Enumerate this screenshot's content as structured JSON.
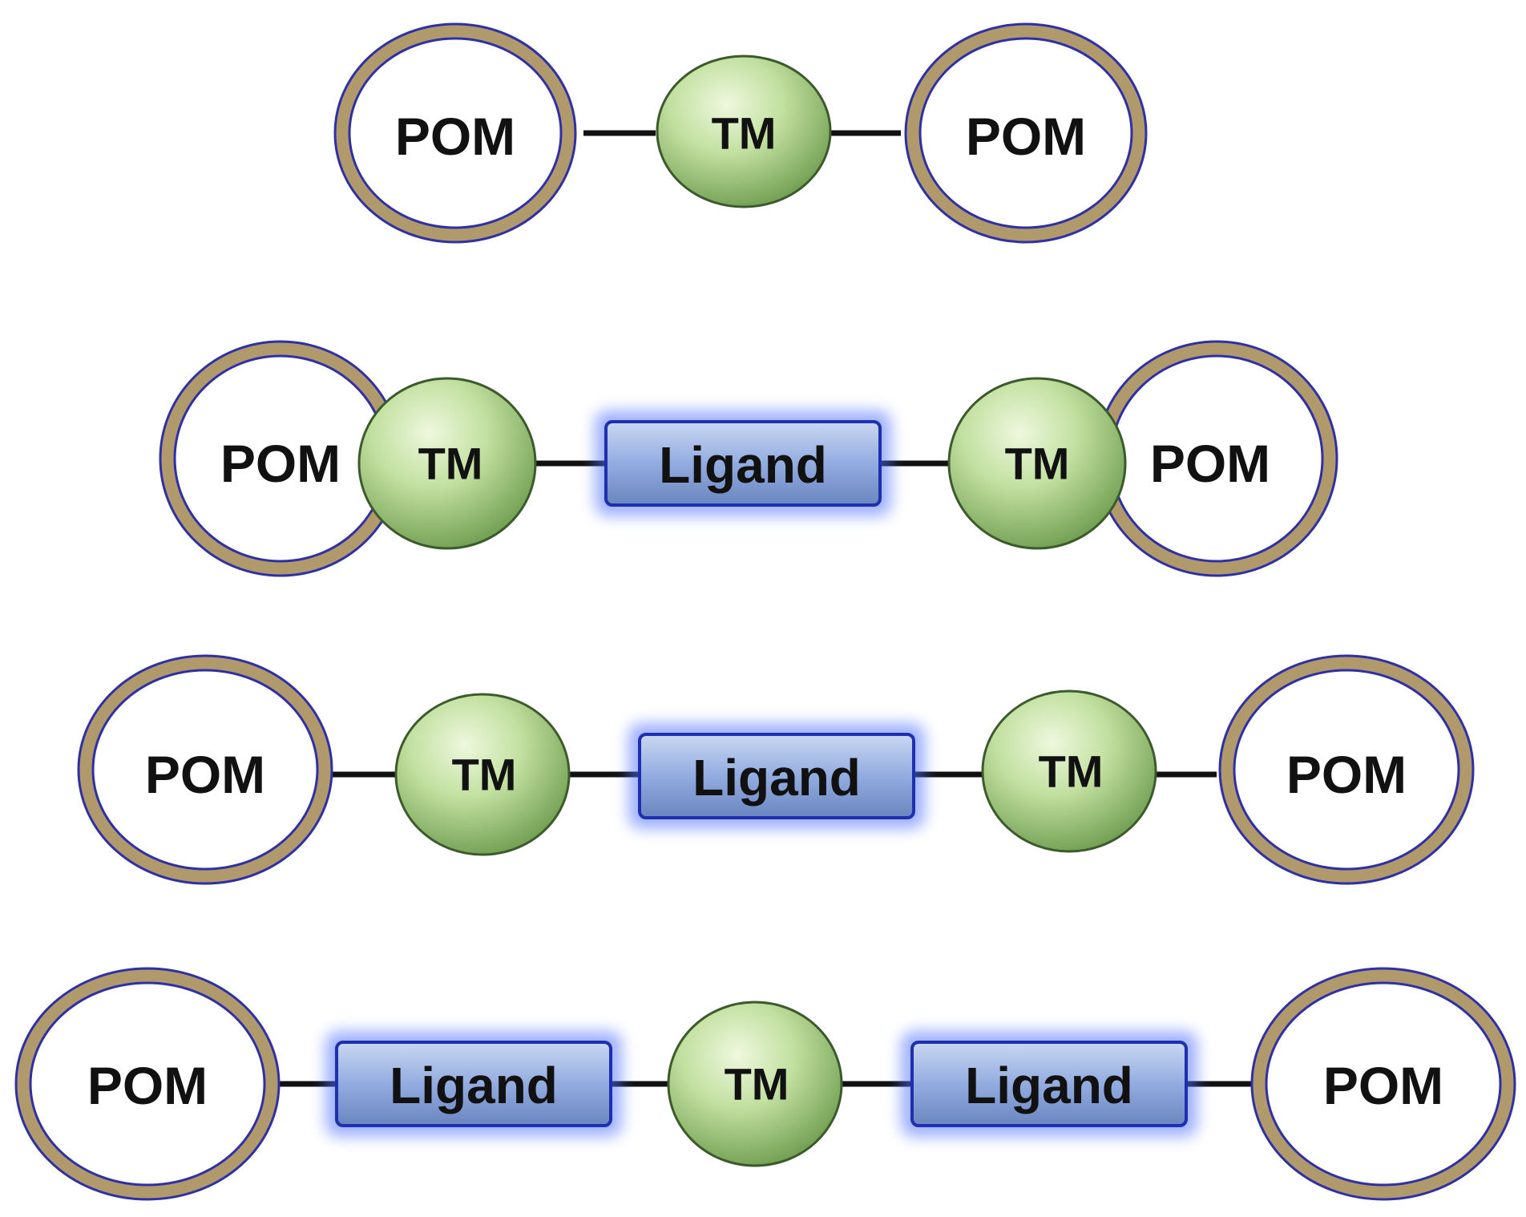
{
  "labels": {
    "pom": "POM",
    "tm": "TM",
    "ligand": "Ligand"
  },
  "rows": [
    {
      "name": "pom-tm-pom",
      "sequence": [
        "POM",
        "TM",
        "POM"
      ]
    },
    {
      "name": "pom-tm-ligand-tm-pom-fused",
      "sequence": [
        "POM+TM",
        "Ligand",
        "TM+POM"
      ]
    },
    {
      "name": "pom-tm-ligand-tm-pom",
      "sequence": [
        "POM",
        "TM",
        "Ligand",
        "TM",
        "POM"
      ]
    },
    {
      "name": "pom-ligand-tm-ligand-pom",
      "sequence": [
        "POM",
        "Ligand",
        "TM",
        "Ligand",
        "POM"
      ]
    }
  ],
  "colors": {
    "pom_ring_gold": "#b09a6c",
    "pom_ring_outline": "#2f2fa8",
    "tm_fill_light": "#e2f3c8",
    "tm_fill_dark": "#7aa65a",
    "tm_outline": "#3c5a2c",
    "ligand_fill_light": "#b7c9ea",
    "ligand_fill_dark": "#7490c6",
    "ligand_outline": "#1e2fb0",
    "ligand_glow": "#4f6fff",
    "connector": "#111111",
    "text": "#111111",
    "background": "#ffffff"
  }
}
